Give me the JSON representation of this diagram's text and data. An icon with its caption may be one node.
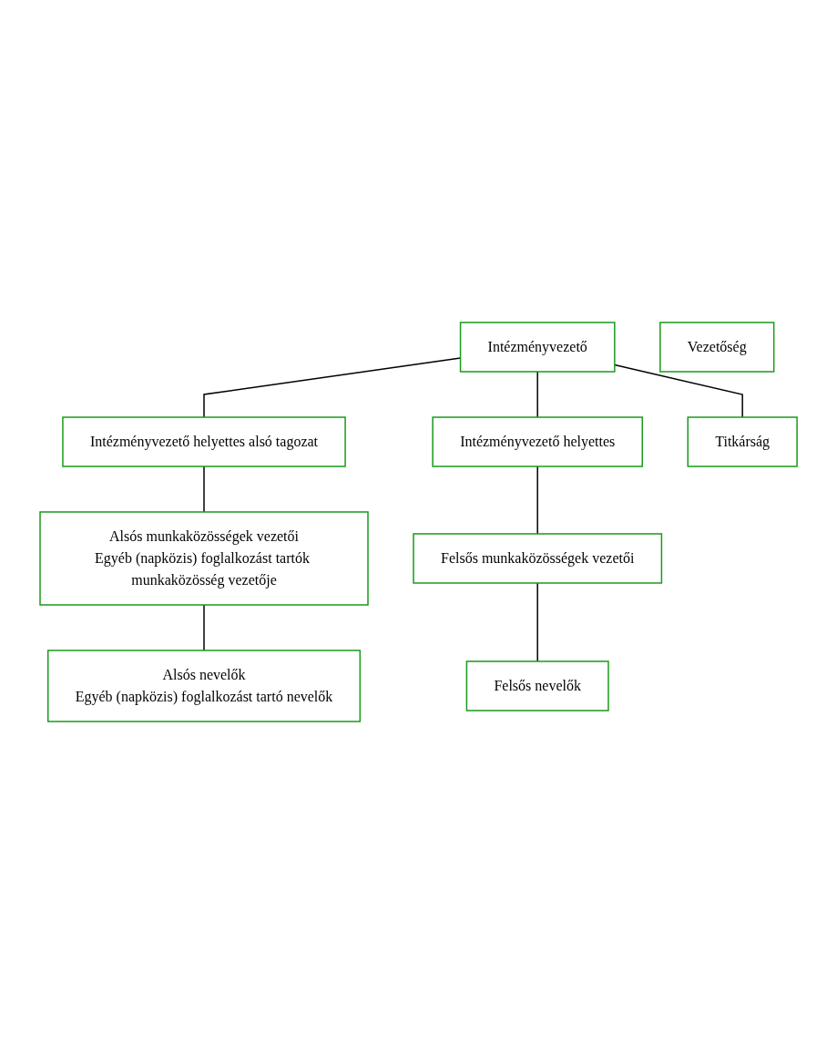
{
  "diagram": {
    "nodes": [
      {
        "text": [
          "Intézményvezető"
        ]
      },
      {
        "text": [
          "Vezetőség"
        ]
      },
      {
        "text": [
          "Intézményvezető helyettes alsó tagozat"
        ]
      },
      {
        "text": [
          "Alsós munkaközösségek vezetői",
          "Egyéb (napközis) foglalkozást tartók munkaközösség vezetője"
        ]
      },
      {
        "text": [
          "Alsós nevelők",
          "Egyéb (napközis) foglalkozást tartó nevelők"
        ]
      },
      {
        "text": [
          "Intézményvezető helyettes"
        ]
      },
      {
        "text": [
          "Felsős munkaközösségek vezetői"
        ]
      },
      {
        "text": [
          "Felsős nevelők"
        ]
      },
      {
        "text": [
          "Titkárság"
        ]
      }
    ],
    "edges": [
      {
        "from": 0,
        "to": 2,
        "arrow": "none"
      },
      {
        "from": 0,
        "to": 5,
        "arrow": "none"
      },
      {
        "from": 0,
        "to": 8,
        "arrow": "none"
      },
      {
        "from": 2,
        "to": 3,
        "arrow": "none"
      },
      {
        "from": 3,
        "to": 4,
        "arrow": "none"
      },
      {
        "from": 5,
        "to": 6,
        "arrow": "none"
      },
      {
        "from": 6,
        "to": 7,
        "arrow": "none"
      }
    ]
  }
}
